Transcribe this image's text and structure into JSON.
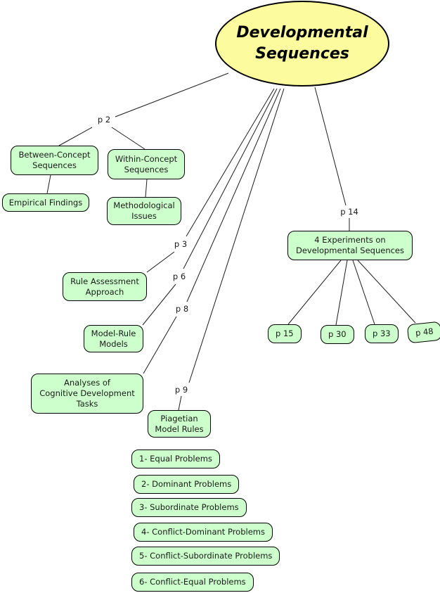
{
  "root_label": "Developmental\nSequences",
  "colors": {
    "root_fill": "#fcfc9e",
    "node_fill": "#ccffcc",
    "border": "#000000",
    "line": "#1c1c1c",
    "background": "#ffffff"
  },
  "nodes": {
    "between_concept": "Between-Concept\nSequences",
    "within_concept": "Within-Concept\nSequences",
    "empirical_findings": "Empirical Findings",
    "methodological_issues": "Methodological\nIssues",
    "rule_assessment": "Rule Assessment\nApproach",
    "model_rule": "Model-Rule\nModels",
    "analyses": "Analyses of\nCognitive Development\nTasks",
    "piagetian": "Piagetian\nModel Rules",
    "experiments": "4 Experiments on\nDevelopmental Sequences",
    "p15": "p 15",
    "p30": "p 30",
    "p33": "p 33",
    "p48": "p 48",
    "problem1": "1- Equal Problems",
    "problem2": "2- Dominant Problems",
    "problem3": "3- Subordinate Problems",
    "problem4": "4- Conflict-Dominant Problems",
    "problem5": "5- Conflict-Subordinate Problems",
    "problem6": "6- Conflict-Equal Problems"
  },
  "edge_labels": {
    "p2": "p 2",
    "p3": "p 3",
    "p6": "p 6",
    "p8": "p 8",
    "p9": "p 9",
    "p14": "p 14"
  }
}
